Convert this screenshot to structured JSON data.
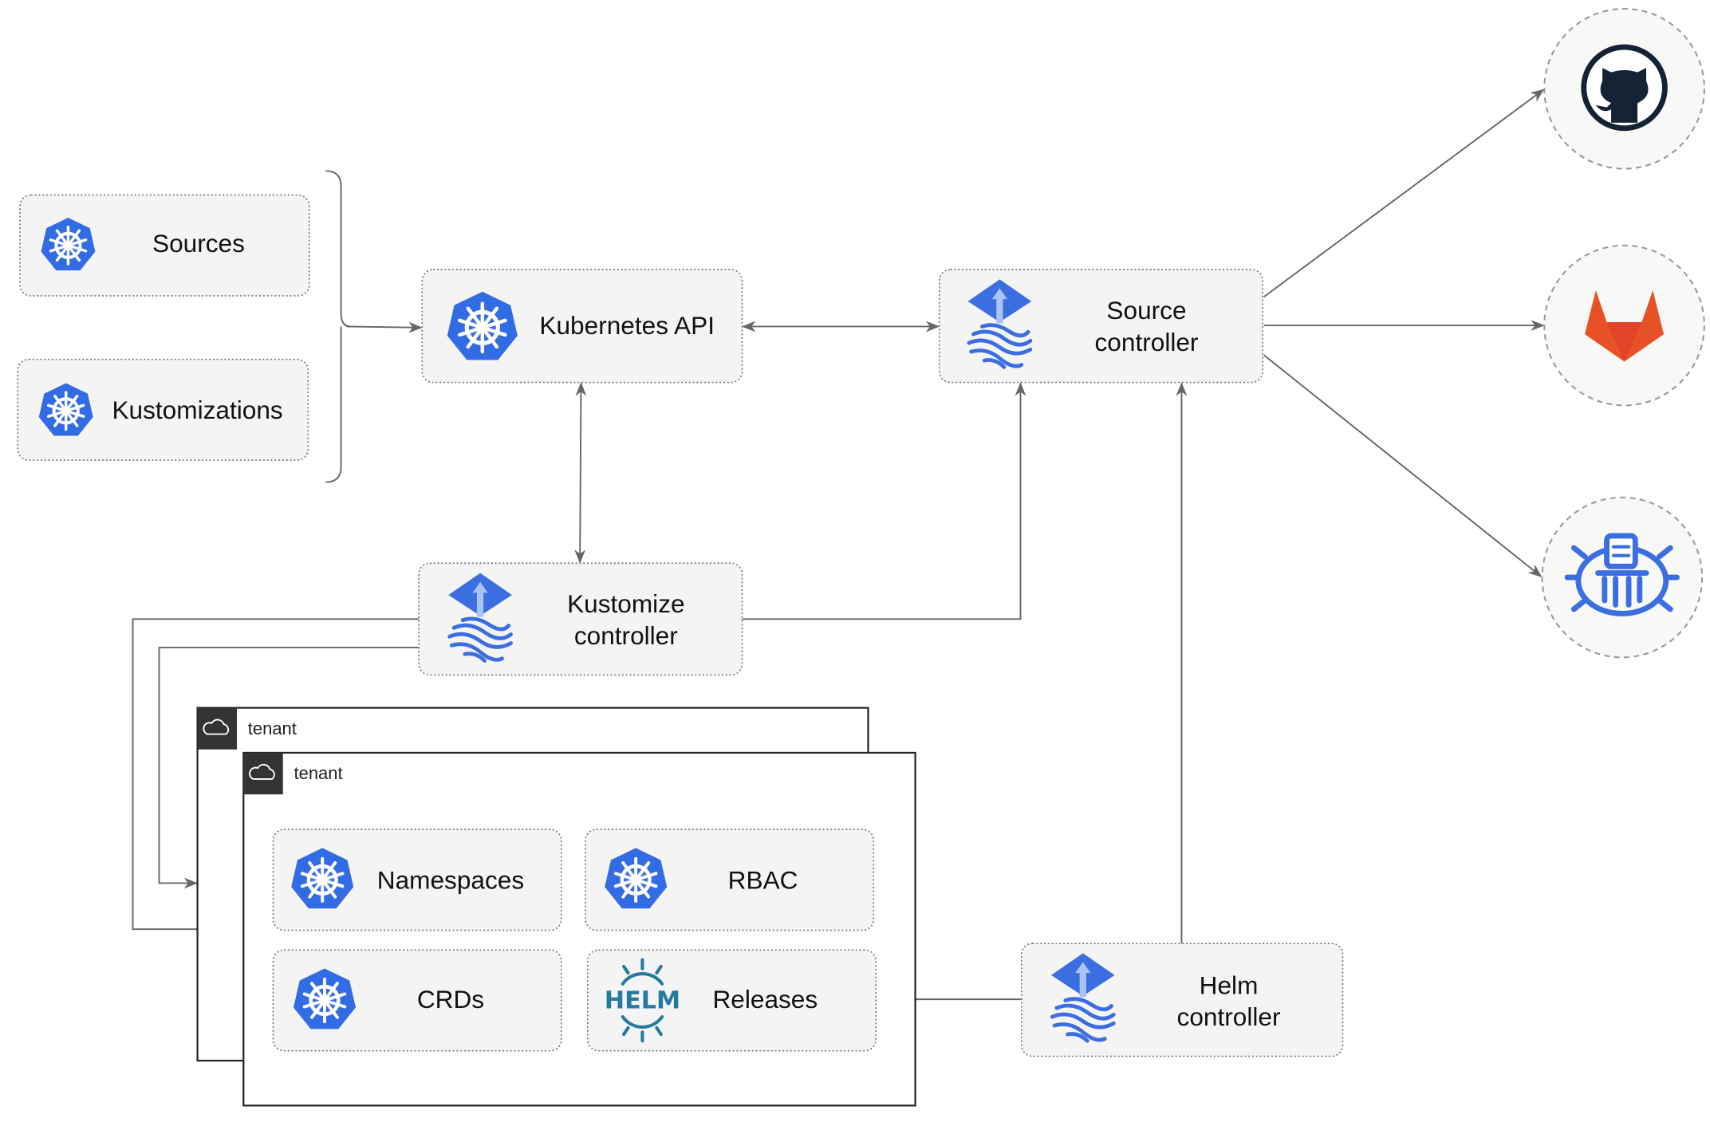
{
  "nodes": {
    "sources": "Sources",
    "kustomizations": "Kustomizations",
    "kubernetes_api": "Kubernetes API",
    "source_controller": [
      "Source",
      "controller"
    ],
    "kustomize_controller": [
      "Kustomize",
      "controller"
    ],
    "helm_controller": [
      "Helm",
      "controller"
    ],
    "namespaces": "Namespaces",
    "rbac": "RBAC",
    "crds": "CRDs",
    "releases": "Releases"
  },
  "tenants": [
    "tenant",
    "tenant"
  ],
  "logos": {
    "helm": "HELM"
  },
  "external_sources": [
    "github-icon",
    "gitlab-icon",
    "bucket-icon"
  ],
  "colors": {
    "kubernetes_blue": "#326ce5",
    "flux_blue": "#3b6ee0",
    "github_dark": "#132333",
    "gitlab_orange": "#e24329",
    "gitlab_light": "#fca326",
    "helm_blue": "#277a9f",
    "edge": "#666666"
  }
}
